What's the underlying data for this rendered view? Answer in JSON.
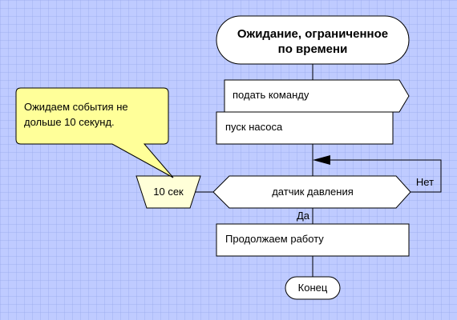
{
  "diagram": {
    "title_line1": "Ожидание, ограниченное",
    "title_line2": "по времени",
    "output_command": "подать команду",
    "action_pump": "пуск насоса",
    "decision_sensor": "датчик давления",
    "timer": "10 сек",
    "label_no": "Нет",
    "label_yes": "Да",
    "action_continue": "Продолжаем работу",
    "end": "Конец",
    "callout_line1": "Ожидаем события не",
    "callout_line2": "дольше 10 секунд."
  },
  "colors": {
    "background": "#bfcbff",
    "block_fill": "#ffffff",
    "callout_fill": "#ffff99",
    "timer_fill": "#ffffd8",
    "stroke": "#000000"
  }
}
